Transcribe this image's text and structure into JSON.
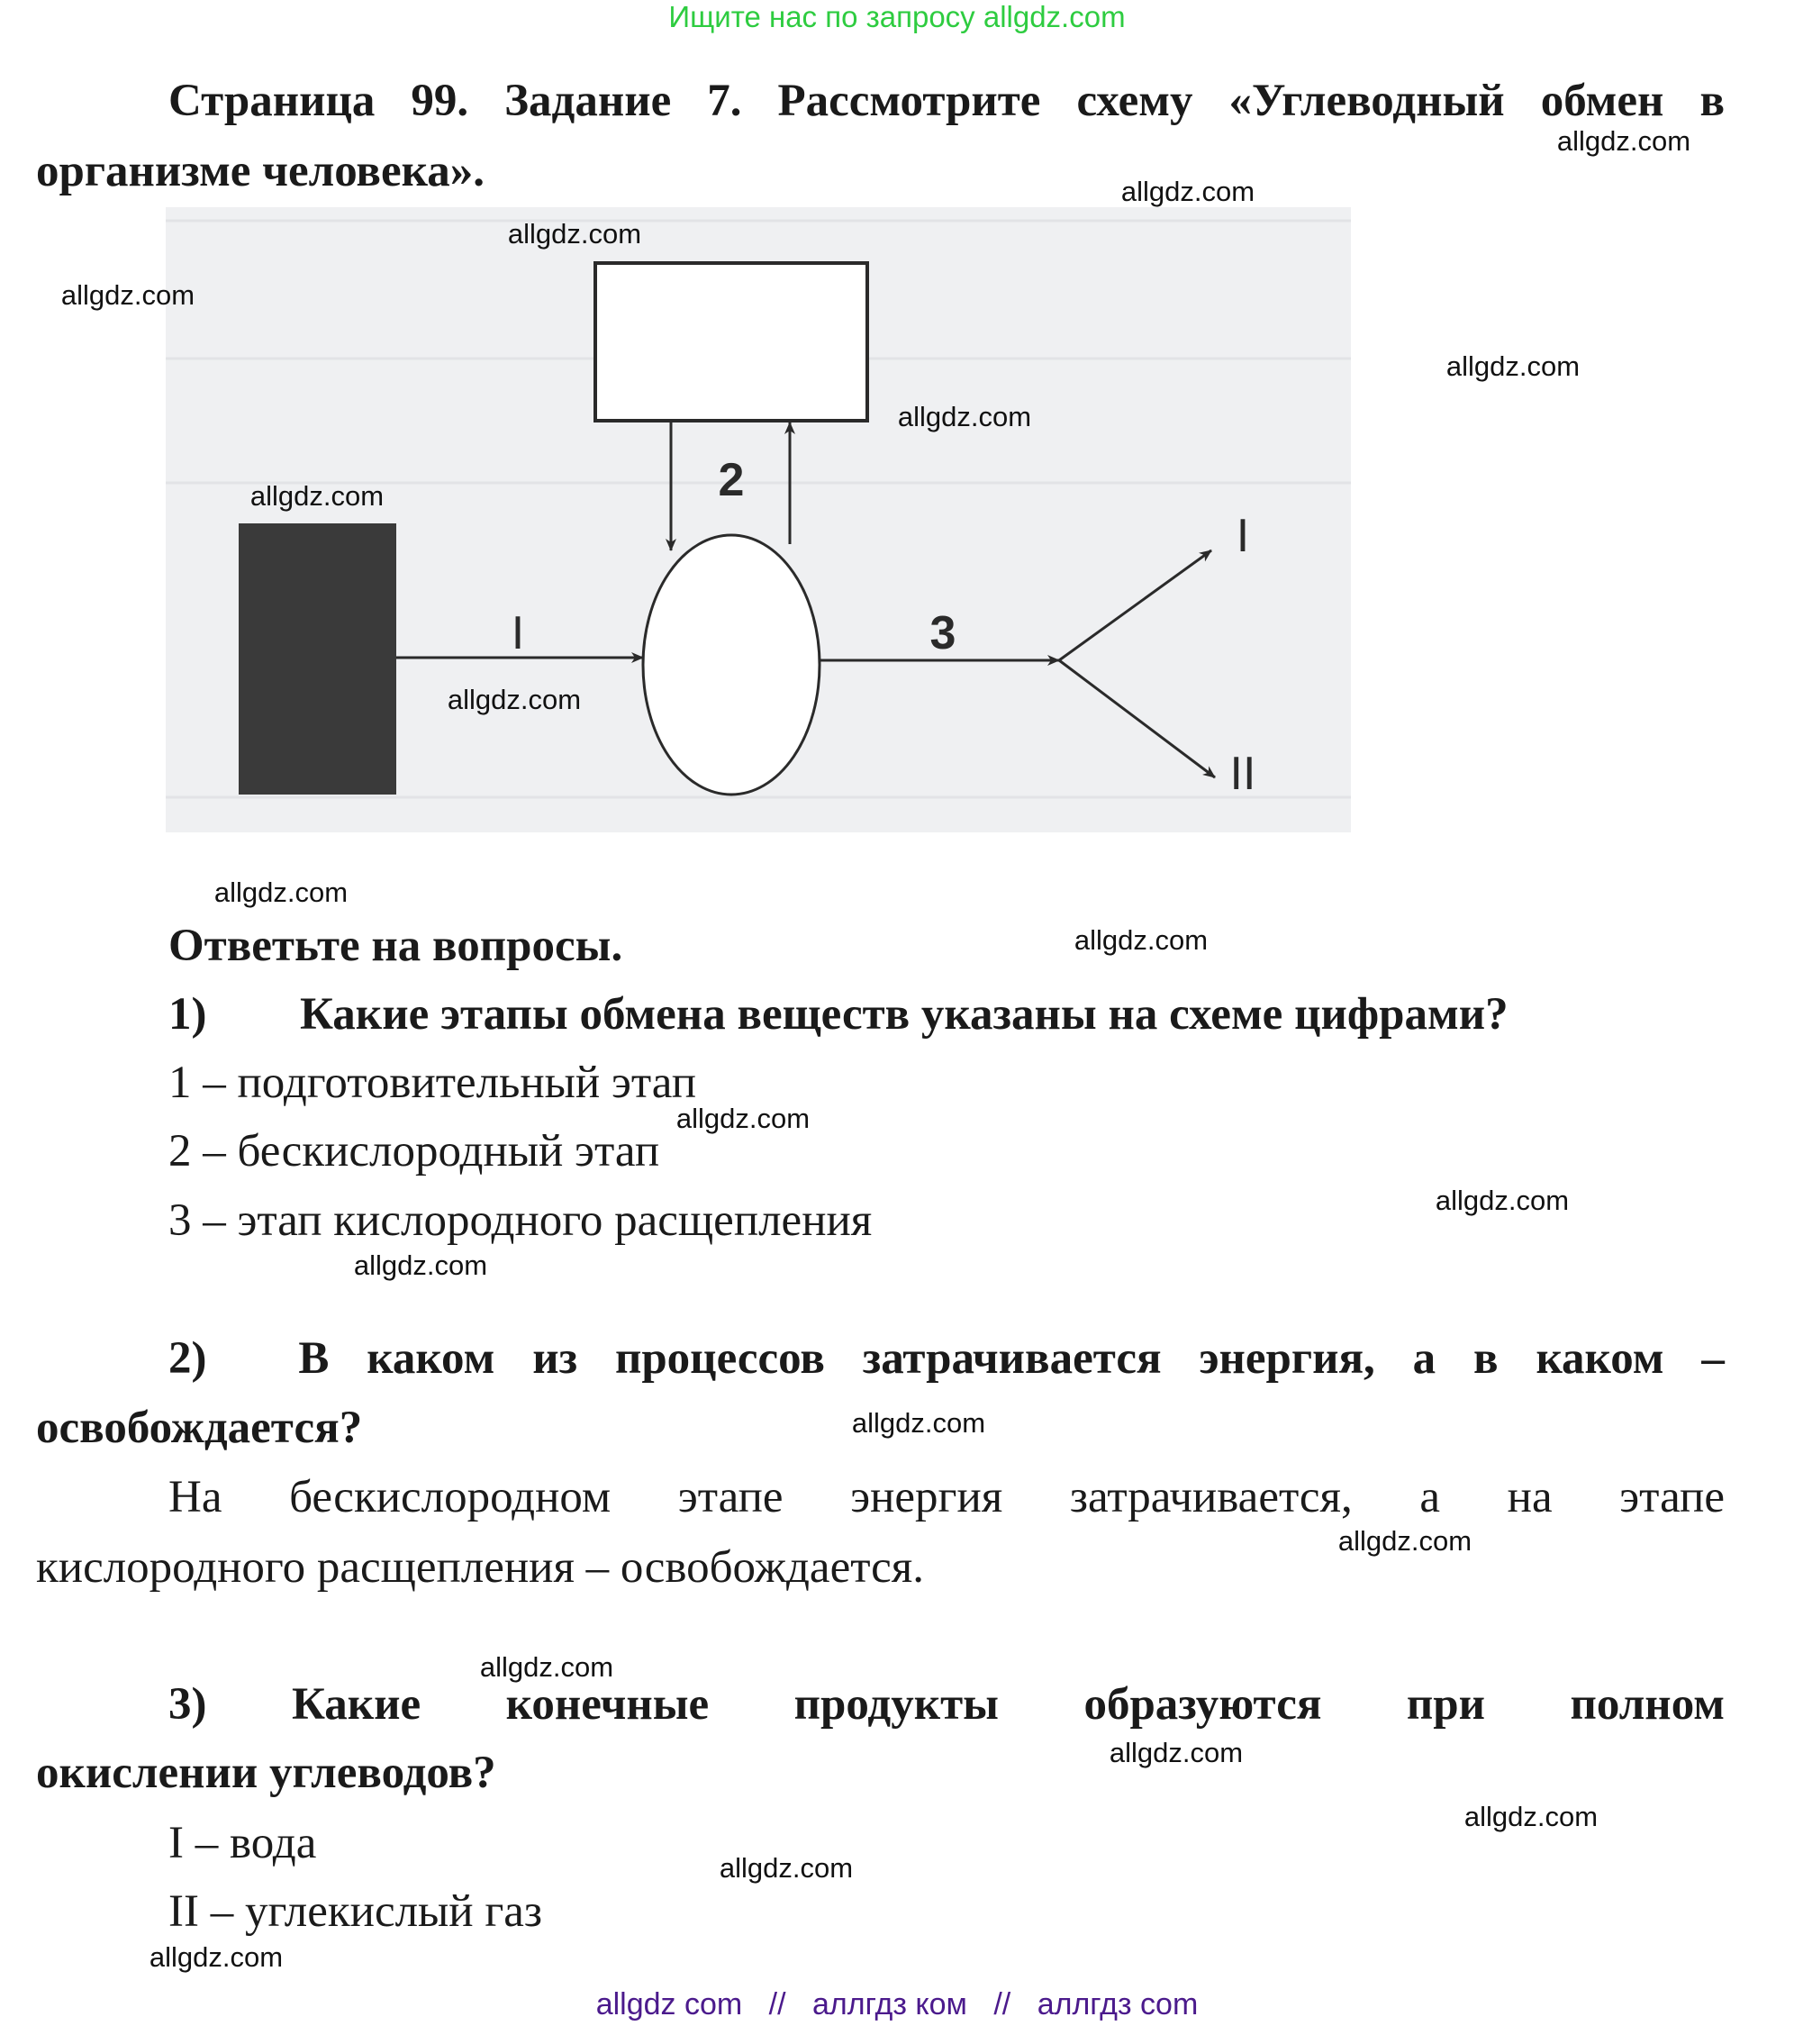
{
  "header": {
    "promo": "Ищите нас по запросу allgdz.com"
  },
  "title": {
    "line1": "Страница 99. Задание 7. Рассмотрите схему «Углеводный обмен в",
    "line2": "организме человека»."
  },
  "diagram": {
    "labels": {
      "stage1": "I",
      "stage2": "2",
      "stage3": "3",
      "product1": "I",
      "product2": "II"
    },
    "colors": {
      "background": "#eff0f2",
      "dark_block": "#3a3a3a",
      "stroke": "#2a2a2a"
    }
  },
  "questions": {
    "heading": "Ответьте на вопросы.",
    "q1": {
      "number": "1)",
      "text": "Какие этапы обмена веществ указаны на схеме цифрами?",
      "answers": [
        "1 – подготовительный этап",
        "2 – бескислородный этап",
        "3 – этап кислородного расщепления"
      ]
    },
    "q2": {
      "number": "2)",
      "text_words": [
        "В",
        "каком",
        "из",
        "процессов",
        "затрачивается",
        "энергия,",
        "а",
        "в",
        "каком",
        "–"
      ],
      "text_line2": "освобождается?",
      "answer_words": [
        "На",
        "бескислородном",
        "этапе",
        "энергия",
        "затрачивается,",
        "а",
        "на",
        "этапе"
      ],
      "answer_line2": "кислородного расщепления – освобождается."
    },
    "q3": {
      "number": "3)",
      "text_words": [
        "Какие",
        "конечные",
        "продукты",
        "образуются",
        "при",
        "полном"
      ],
      "text_line2": "окислении углеводов?",
      "answers": [
        "I – вода",
        "II – углекислый газ"
      ]
    }
  },
  "watermark": "allgdz.com",
  "footer": {
    "links": [
      "allgdz com",
      "//",
      "аллгдз ком",
      "//",
      "аллгдз com"
    ]
  }
}
